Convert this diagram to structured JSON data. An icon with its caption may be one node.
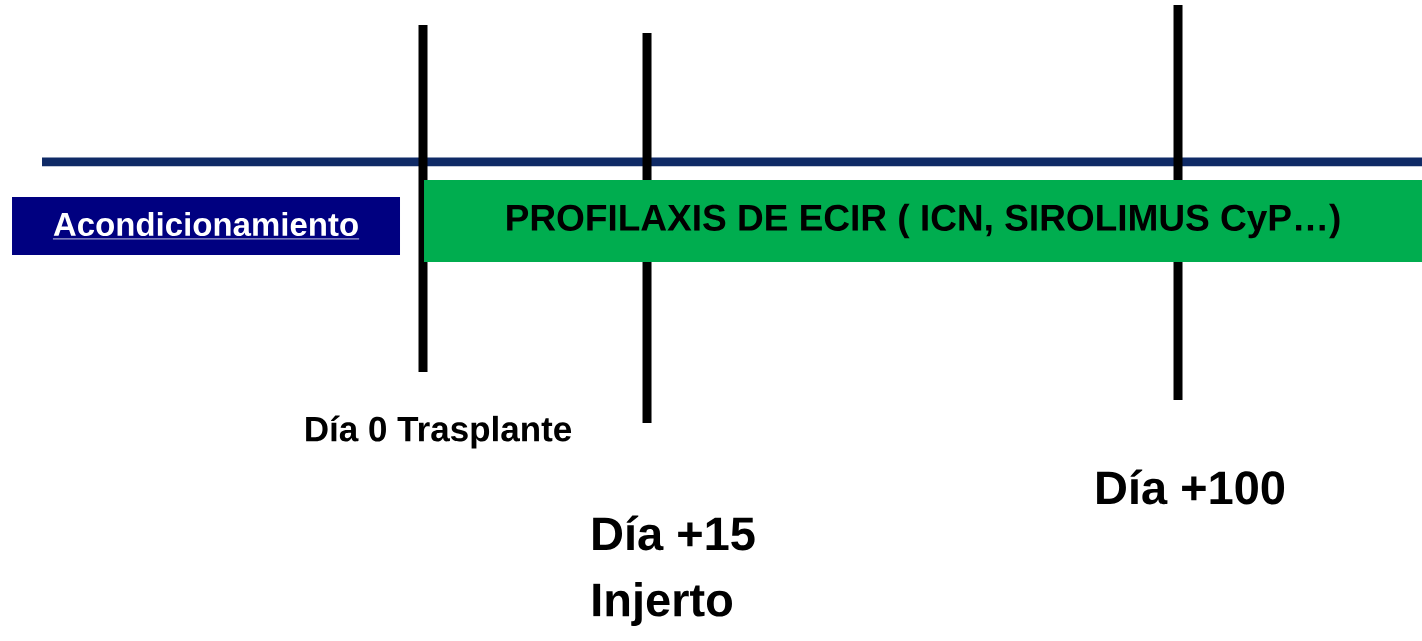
{
  "diagram": {
    "nodes": [
      {
        "text": [
          "Acondicionamiento"
        ]
      },
      {
        "text": [
          "PROFILAXIS DE ECIR ( ICN, SIROLIMUS CyP…)"
        ]
      }
    ],
    "labels": [
      "Día 0 Trasplante",
      "Día +15",
      "Injerto",
      "Día +100"
    ]
  }
}
